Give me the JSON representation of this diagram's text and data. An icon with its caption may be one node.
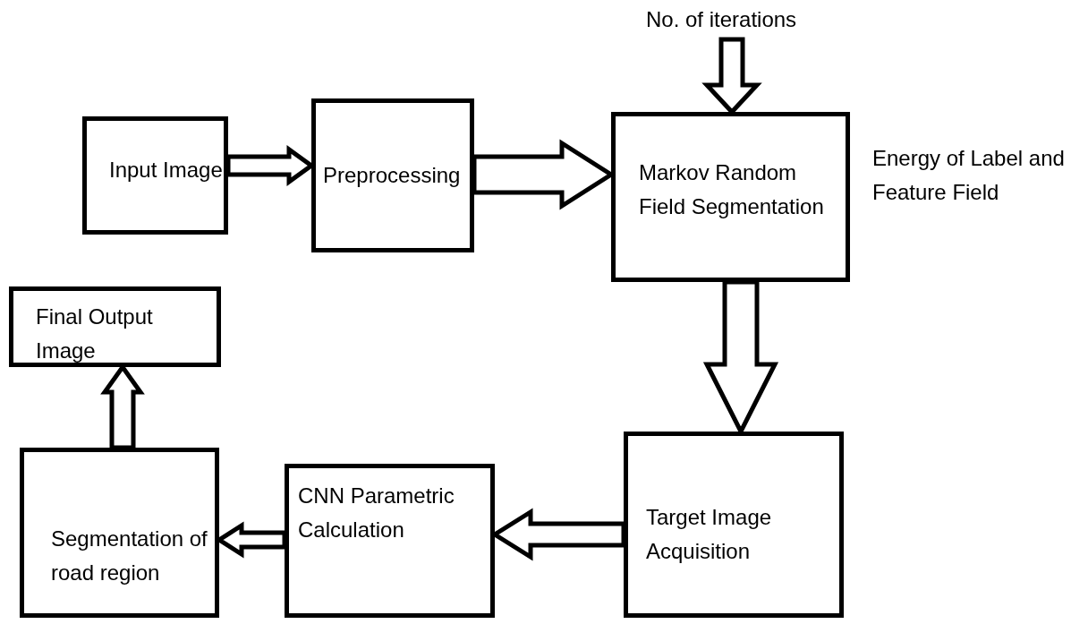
{
  "diagram": {
    "nodes": [
      {
        "text": [
          "Input Image"
        ]
      },
      {
        "text": [
          "Preprocessing"
        ]
      },
      {
        "text": [
          "Markov Random Field Segmentation"
        ],
        "beside": [
          "Energy of Label and Feature Field"
        ]
      },
      {
        "text": [
          "No. of iterations"
        ]
      },
      {
        "text": [
          "Target Image Acquisition"
        ]
      },
      {
        "text": [
          "CNN Parametric Calculation"
        ]
      },
      {
        "text": [
          "Segmentation of road region"
        ]
      },
      {
        "text": [
          "Final Output Image"
        ]
      }
    ],
    "edges": [
      {
        "from": 0,
        "to": 1,
        "arrow": "to"
      },
      {
        "from": 1,
        "to": 2,
        "arrow": "to"
      },
      {
        "from": 3,
        "to": 2,
        "arrow": "to"
      },
      {
        "from": 2,
        "to": 4,
        "arrow": "to"
      },
      {
        "from": 4,
        "to": 5,
        "arrow": "to"
      },
      {
        "from": 5,
        "to": 6,
        "arrow": "to"
      },
      {
        "from": 6,
        "to": 7,
        "arrow": "to"
      }
    ]
  }
}
